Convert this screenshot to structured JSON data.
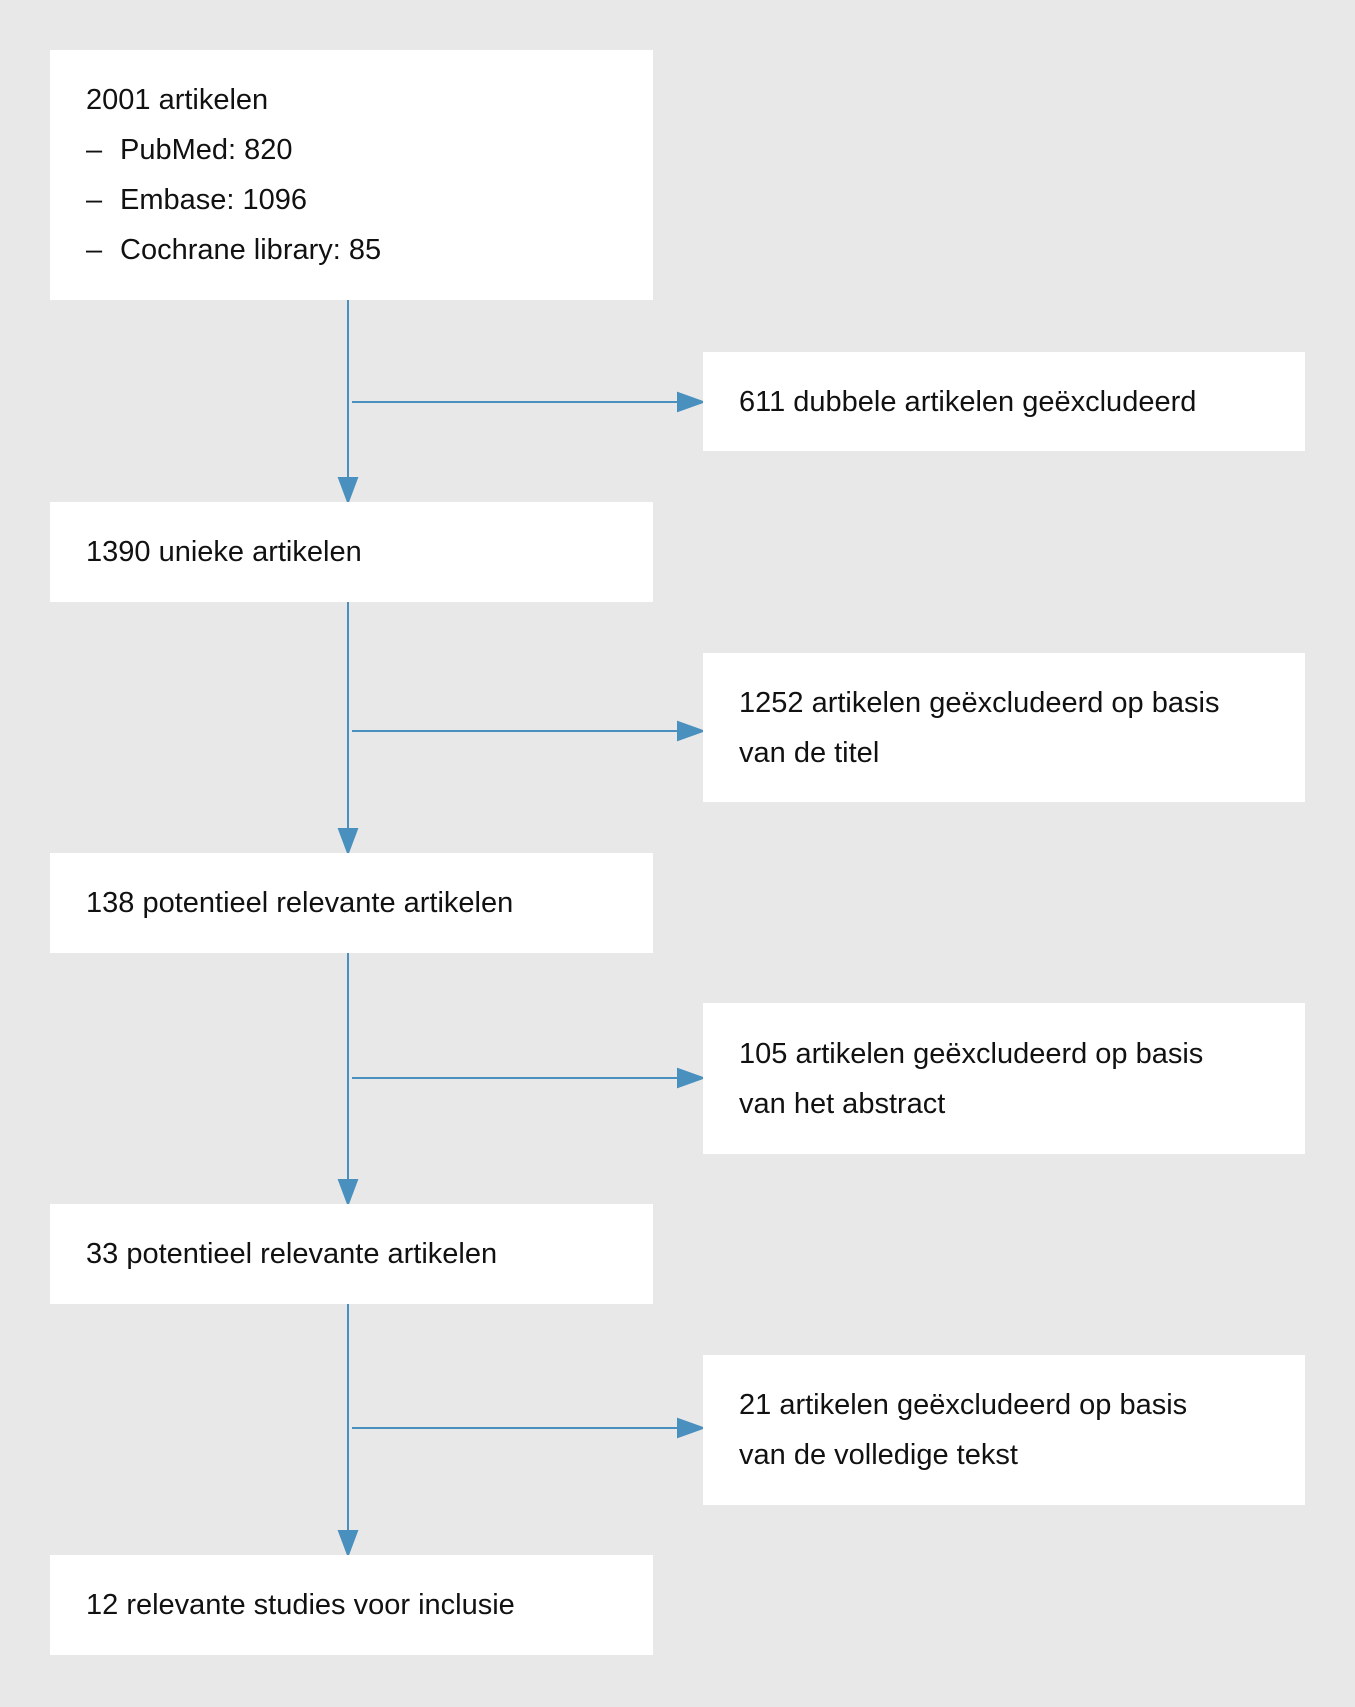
{
  "colors": {
    "line": "#4a90bf",
    "background": "#e8e8e8",
    "box": "#ffffff"
  },
  "start": {
    "title": "2001 artikelen",
    "dash": "–",
    "sources": [
      "PubMed: 820",
      "Embase: 1096",
      "Cochrane library: 85"
    ]
  },
  "main": [
    "1390 unieke artikelen",
    "138 potentieel relevante artikelen",
    "33 potentieel relevante artikelen",
    "12 relevante studies voor inclusie"
  ],
  "excluded": [
    [
      "611 dubbele artikelen geëxcludeerd"
    ],
    [
      "1252 artikelen geëxcludeerd op basis",
      "van de titel"
    ],
    [
      "105 artikelen geëxcludeerd op basis",
      "van het abstract"
    ],
    [
      "21 artikelen geëxcludeerd op basis",
      "van de volledige tekst"
    ]
  ]
}
